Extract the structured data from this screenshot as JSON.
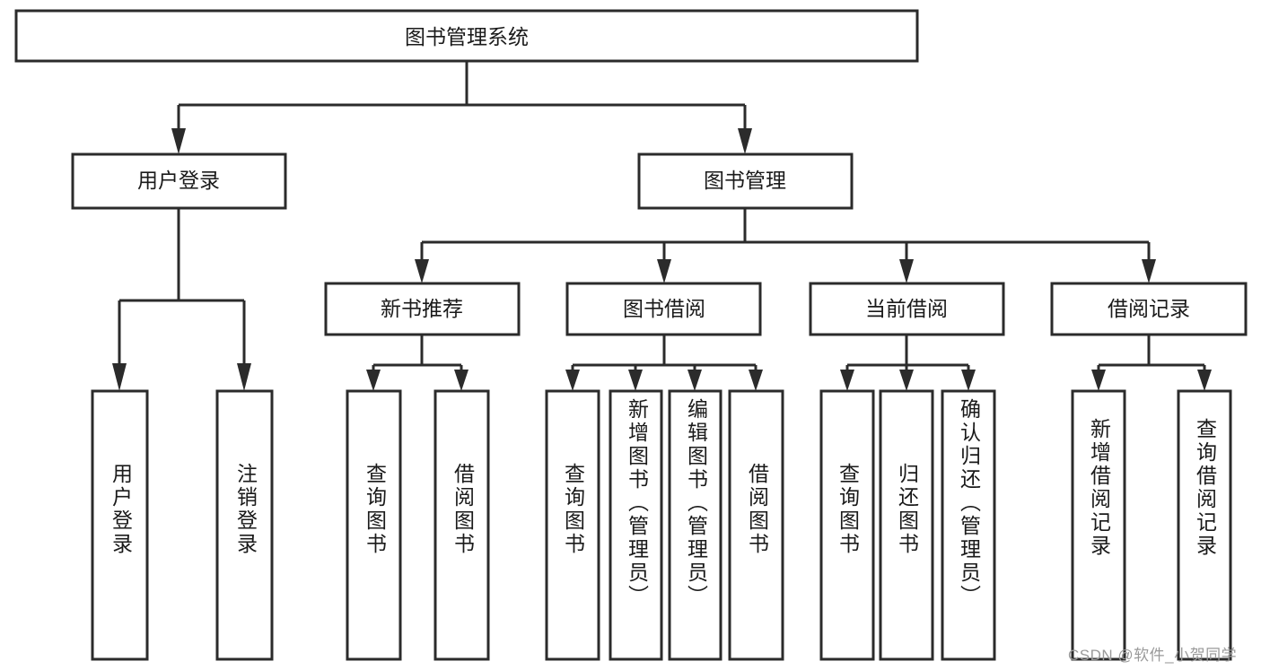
{
  "diagram": {
    "type": "tree",
    "title": "图书管理系统",
    "orientation": "top-down",
    "theme": {
      "background": "#ffffff",
      "box_fill": "#ffffff",
      "box_stroke": "#2b2b2b",
      "connector": "#2b2b2b",
      "text": "#1a1a1a",
      "watermark": "#9a9a9a"
    },
    "root": {
      "label": "图书管理系统"
    },
    "level2": [
      {
        "label": "用户登录"
      },
      {
        "label": "图书管理"
      }
    ],
    "level3": [
      {
        "label": "新书推荐"
      },
      {
        "label": "图书借阅"
      },
      {
        "label": "当前借阅"
      },
      {
        "label": "借阅记录"
      }
    ],
    "leaves": {
      "user_login": [
        {
          "label": "用户登录"
        },
        {
          "label": "注销登录"
        }
      ],
      "new_book_recommend": [
        {
          "label": "查询图书"
        },
        {
          "label": "借阅图书"
        }
      ],
      "book_borrow": [
        {
          "label": "查询图书"
        },
        {
          "label": "新增图书（管理员）"
        },
        {
          "label": "编辑图书（管理员）"
        },
        {
          "label": "借阅图书"
        }
      ],
      "current_borrow": [
        {
          "label": "查询图书"
        },
        {
          "label": "归还图书"
        },
        {
          "label": "确认归还（管理员）"
        }
      ],
      "borrow_record": [
        {
          "label": "新增借阅记录"
        },
        {
          "label": "查询借阅记录"
        }
      ]
    },
    "watermark": "CSDN @软件_小贺同学"
  }
}
